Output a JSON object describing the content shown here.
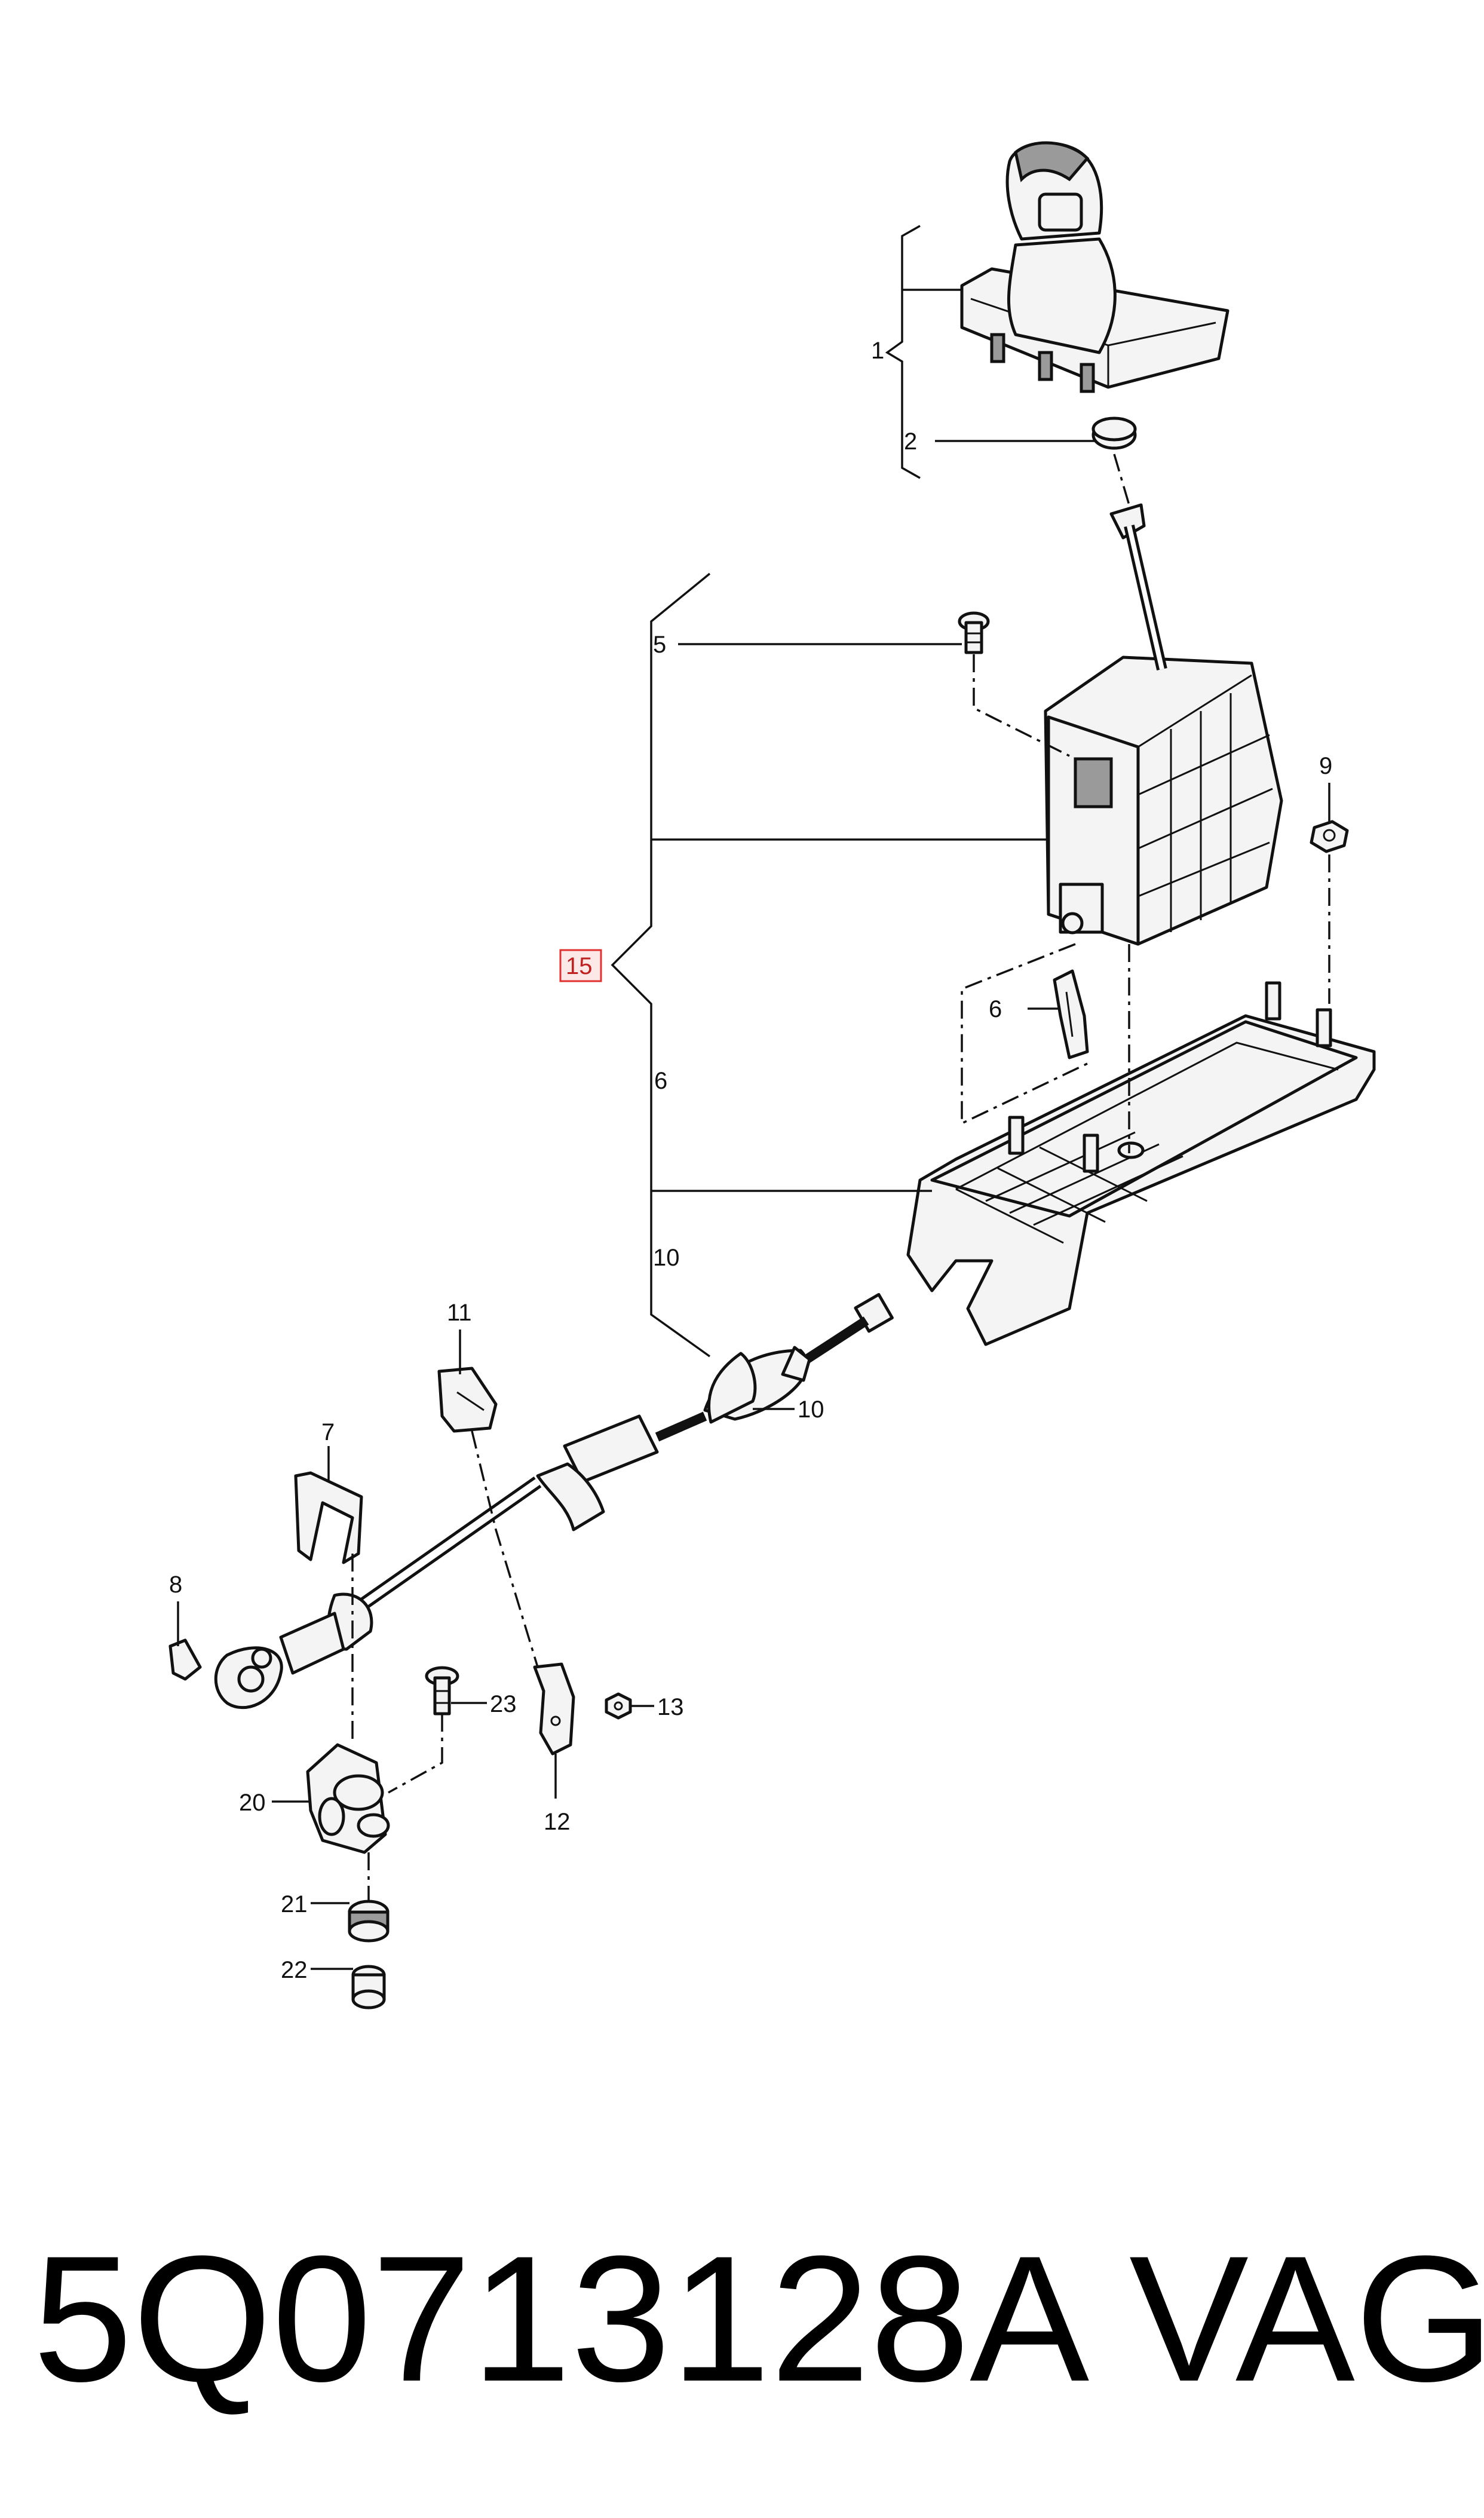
{
  "callouts": {
    "c1": "1",
    "c2": "2",
    "c5": "5",
    "c6a": "6",
    "c6b": "6",
    "c7": "7",
    "c8": "8",
    "c9": "9",
    "c10a": "10",
    "c10b": "10",
    "c11": "11",
    "c12": "12",
    "c13": "13",
    "c15": "15",
    "c20": "20",
    "c21": "21",
    "c22": "22",
    "c23": "23"
  },
  "highlight": {
    "callout": "15",
    "color": "#e03030",
    "fill": "#fde8e8"
  },
  "footer": {
    "part_number": "5Q0713128A",
    "brand": "VAG"
  }
}
